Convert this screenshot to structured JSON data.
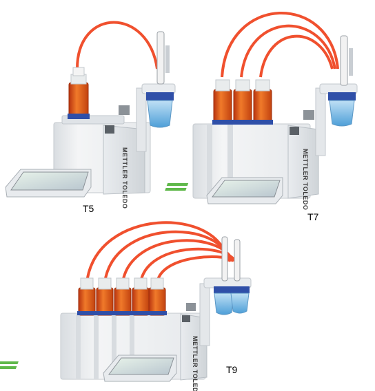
{
  "products": [
    {
      "model": "T5",
      "burettes": 1
    },
    {
      "model": "T7",
      "burettes": 3
    },
    {
      "model": "T9",
      "burettes": 5
    }
  ],
  "brand_text": "METTLER TOLEDO",
  "colors": {
    "tubing": "#f0502e",
    "reagent": "#e8571d",
    "beaker_liquid": "#6fb7e6",
    "housing": "#eef0f2",
    "housing_dark": "#c9ced3",
    "screen_green": "#5fb84a",
    "cap_blue": "#2f4fa8"
  }
}
